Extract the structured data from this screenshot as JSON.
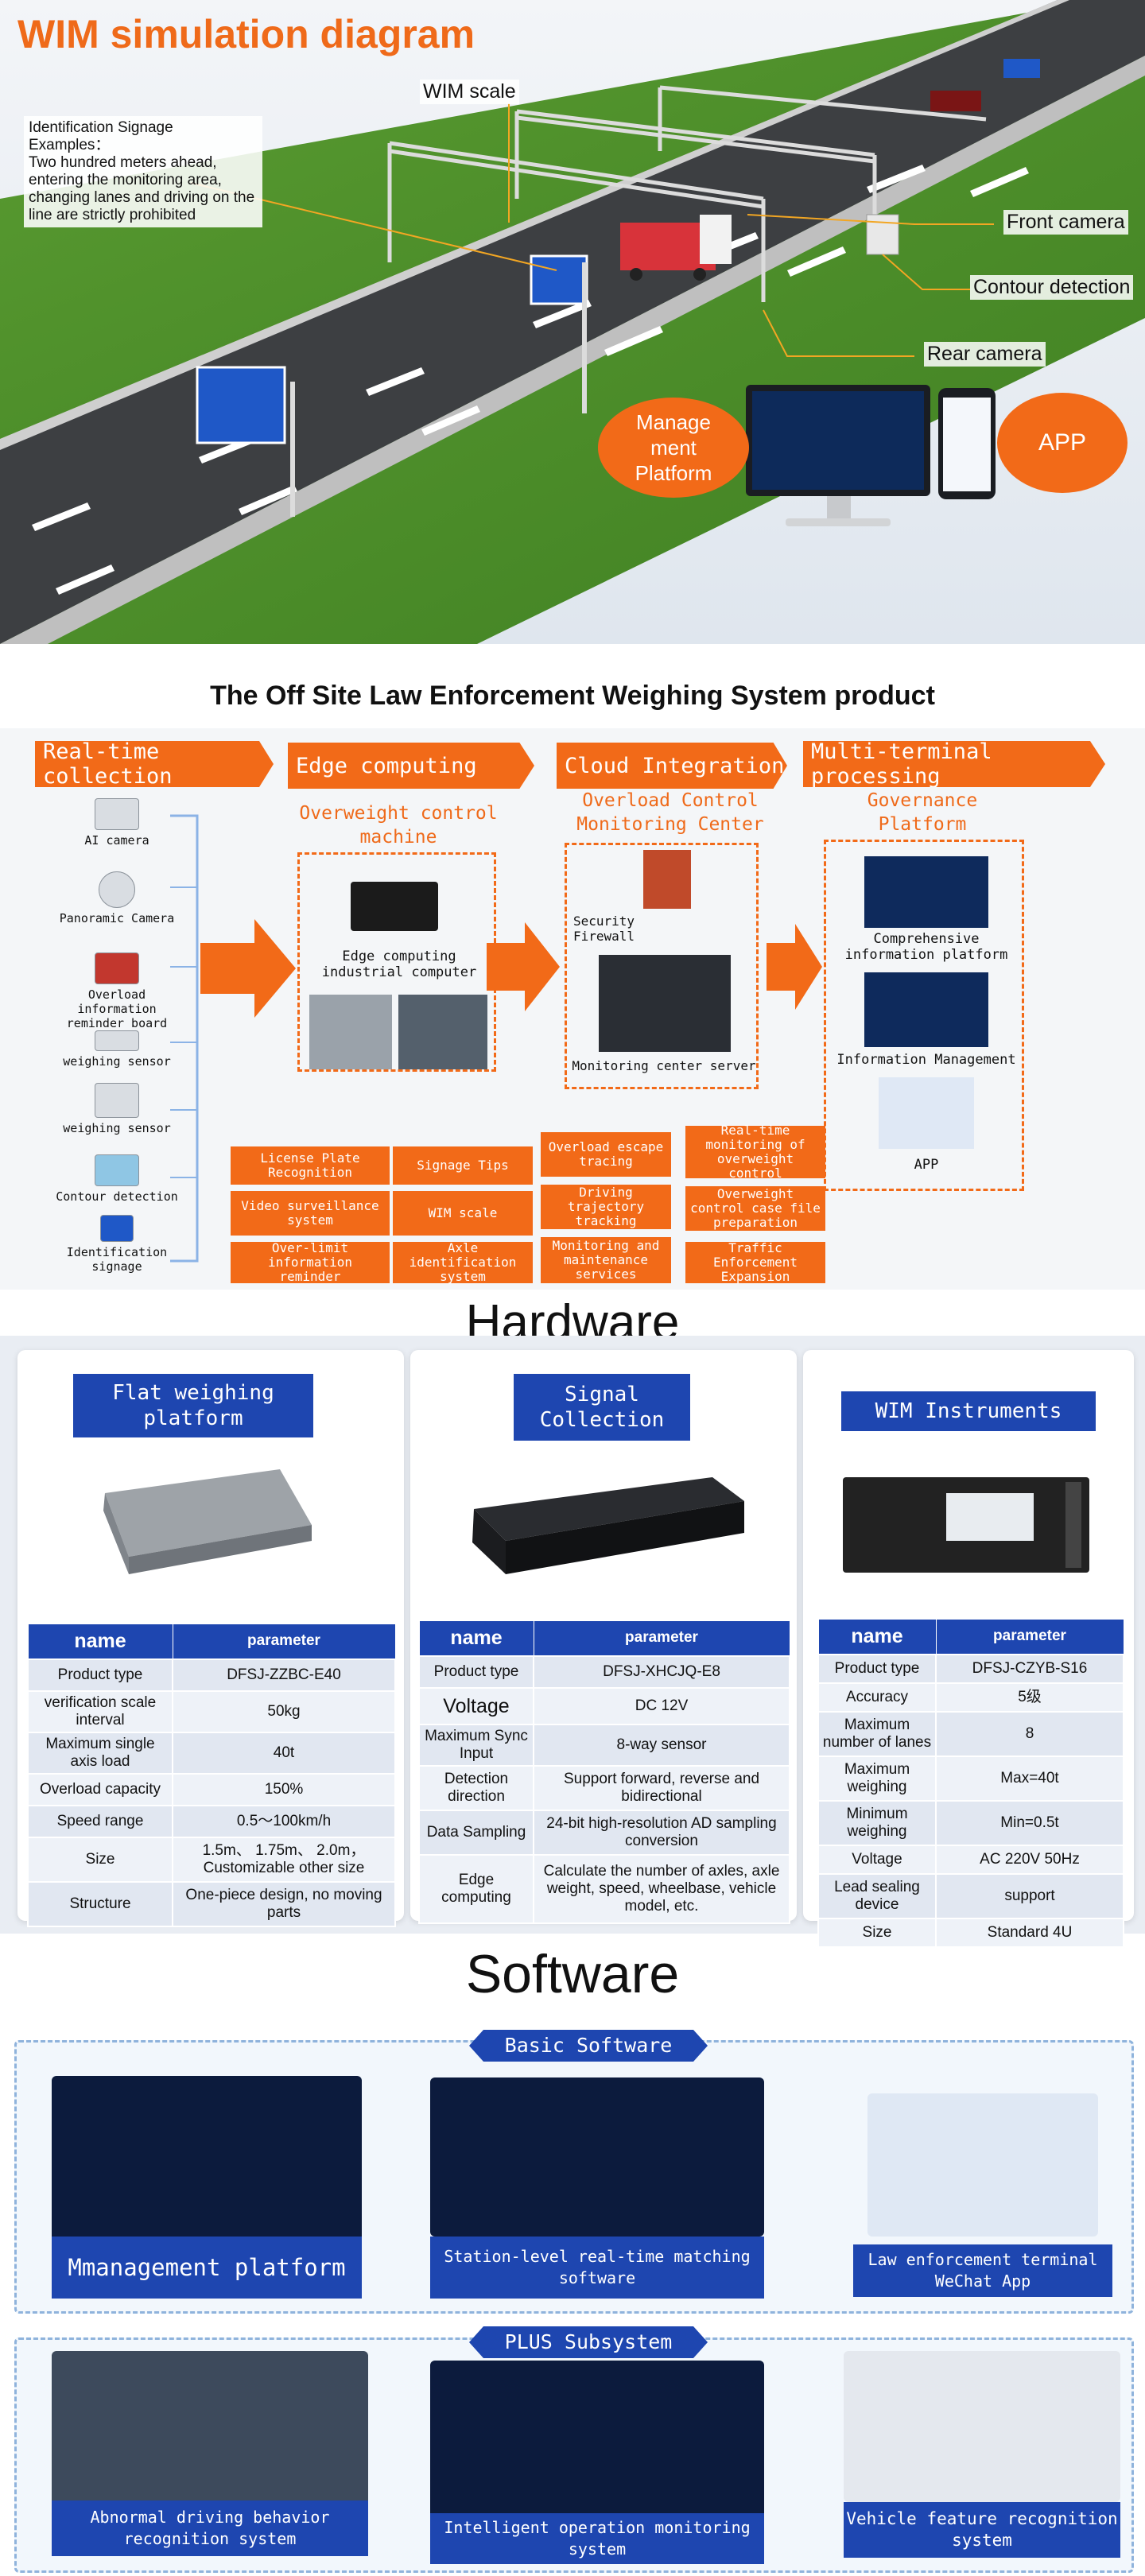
{
  "sim": {
    "title": "WIM simulation diagram",
    "wim_scale": "WIM scale",
    "signage_note": "Identification Signage Examples：\nTwo hundred meters ahead, entering the monitoring area, changing lanes and driving on the line are strictly prohibited",
    "front_camera": "Front camera",
    "contour_detection": "Contour detection",
    "rear_camera": "Rear camera",
    "management": "Manage\nment\nPlatform",
    "app": "APP"
  },
  "product": {
    "title": "The Off  Site Law Enforcement Weighing System product",
    "stages": [
      "Real-time collection",
      "Edge computing",
      "Cloud Integration",
      "Multi-terminal processing"
    ],
    "devices": [
      "AI camera",
      "Panoramic Camera",
      "Overload information reminder board",
      "weighing sensor",
      "weighing sensor",
      "Contour detection",
      "Identification signage"
    ],
    "edge_title": "Overweight control machine",
    "edge_device": "Edge computing industrial computer",
    "cloud_title": "Overload Control Monitoring Center",
    "firewall": "Security Firewall",
    "server": "Monitoring center server",
    "gov_title": "Governance Platform",
    "gov_items": [
      "Comprehensive information platform",
      "Information Management",
      "APP"
    ],
    "features": [
      "License Plate Recognition",
      "Signage Tips",
      "Overload escape tracing",
      "Real-time monitoring of overweight control",
      "Video surveillance system",
      "WIM scale",
      "Driving trajectory tracking",
      "Overweight control case file preparation",
      "Over-limit information reminder",
      "Axle identification system",
      "Monitoring and maintenance services",
      "Traffic Enforcement Expansion"
    ]
  },
  "hardware": {
    "title": "Hardware",
    "col_name": "name",
    "col_param": "parameter",
    "cards": [
      {
        "header": "Flat weighing platform",
        "rows": [
          [
            "Product type",
            "DFSJ-ZZBC-E40"
          ],
          [
            "verification scale interval",
            "50kg"
          ],
          [
            "Maximum single axis load",
            "40t"
          ],
          [
            "Overload capacity",
            "150%"
          ],
          [
            "Speed range",
            "0.5～100km/h"
          ],
          [
            "Size",
            "1.5m、 1.75m、  2.0m，Customizable other size"
          ],
          [
            "Structure",
            "One-piece design, no moving parts"
          ]
        ]
      },
      {
        "header": "Signal Collection",
        "rows": [
          [
            "Product type",
            "DFSJ-XHCJQ-E8"
          ],
          [
            "Voltage",
            "DC 12V"
          ],
          [
            "Maximum Sync Input",
            "8-way sensor"
          ],
          [
            "Detection direction",
            "Support forward, reverse and bidirectional"
          ],
          [
            "Data Sampling",
            "24-bit high-resolution AD sampling conversion"
          ],
          [
            "Edge computing",
            "Calculate the number of axles, axle weight, speed, wheelbase, vehicle model, etc."
          ]
        ]
      },
      {
        "header": "WIM Instruments",
        "rows": [
          [
            "Product type",
            "DFSJ-CZYB-S16"
          ],
          [
            "Accuracy",
            "5级"
          ],
          [
            "Maximum number of lanes",
            "8"
          ],
          [
            "Maximum weighing",
            "Max=40t"
          ],
          [
            "Minimum weighing",
            "Min=0.5t"
          ],
          [
            "Voltage",
            "AC 220V 50Hz"
          ],
          [
            "Lead sealing device",
            "support"
          ],
          [
            "Size",
            "Standard 4U"
          ]
        ]
      }
    ]
  },
  "software": {
    "title": "Software",
    "basic": "Basic Software",
    "plus": "PLUS Subsystem",
    "basic_items": [
      "Mmanagement platform",
      "Station-level real-time matching software",
      "Law enforcement terminal WeChat App"
    ],
    "plus_items": [
      "Abnormal driving behavior recognition system",
      "Intelligent operation monitoring system",
      "Vehicle feature recognition system"
    ]
  }
}
